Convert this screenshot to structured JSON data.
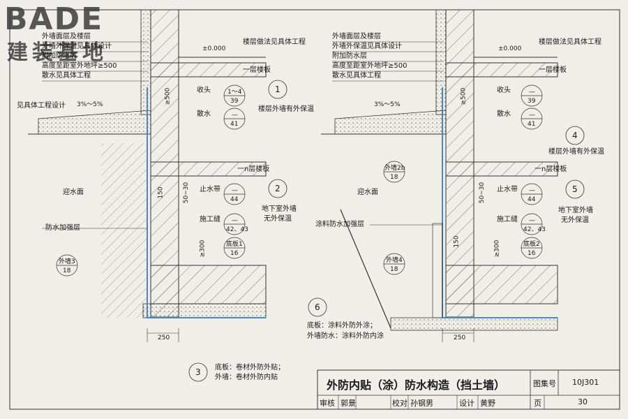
{
  "logo": {
    "en": "BADE",
    "cn": "建装基地"
  },
  "left_labels": {
    "ext_wall": "外墙面层及楼层",
    "ext_insul": "外墙外保温见具体设计",
    "add_layer": "附加防水层",
    "height_note": "高度至距室外地坪≥500",
    "apron_note": "散水见具体工程",
    "project_note": "见具体工程设计",
    "elev": "±0.000",
    "slope": "3%～5%",
    "floor_note": "楼层做法见具体工程",
    "floor": "一层楼板",
    "shoutou": "收头",
    "sanshui": "散水",
    "n_floor": "一n层楼板",
    "water_face": "迎水面",
    "stop_band": "止水带",
    "joint": "施工缝",
    "reinforce": "防水加强层",
    "base_plate": "底板1"
  },
  "right_labels": {
    "ext_wall": "外墙面层及楼层",
    "ext_insul": "外墙外保温见具体设计",
    "add_layer": "附加防水层",
    "height_note": "高度至距室外地坪≥500",
    "apron_note": "散水见具体工程",
    "elev": "±0.000",
    "slope": "3%～5%",
    "floor_note": "楼层做法见具体工程",
    "floor": "一层楼板",
    "shoutou": "收头",
    "sanshui": "散水",
    "n_floor": "一n层楼板",
    "water_face": "迎水面",
    "stop_band": "止水带",
    "joint": "施工缝",
    "reinforce": "涂料防水加强层",
    "base_plate": "底板2",
    "wall2b": "外墙2b"
  },
  "bubbles": {
    "b1": {
      "top": "1～4",
      "bot": "39"
    },
    "b2": {
      "top": "—",
      "bot": "41"
    },
    "b3": {
      "top": "—",
      "bot": "44"
    },
    "b4": {
      "top": "—",
      "bot": "42、43"
    },
    "b5": {
      "top": "外墙3",
      "bot": "18"
    },
    "b6": {
      "top": "",
      "bot": "16"
    },
    "r1": {
      "top": "—",
      "bot": "39"
    },
    "r2": {
      "top": "—",
      "bot": "41"
    },
    "r3": {
      "top": "外墙2b",
      "bot": "18"
    },
    "r4": {
      "top": "—",
      "bot": "44"
    },
    "r5": {
      "top": "—",
      "bot": "42、43"
    },
    "r6": {
      "top": "外墙4",
      "bot": "18"
    },
    "r7": {
      "top": "",
      "bot": "16"
    }
  },
  "dims": {
    "d500": "≥500",
    "d250": "250",
    "d150": "150",
    "d300": "≥300",
    "d5030": "50~30"
  },
  "notes": {
    "n1": "1",
    "n1_text": "楼层外墙有外保温",
    "n2": "2",
    "n2_text1": "地下室外墙",
    "n2_text2": "无外保温",
    "n3": "3",
    "n3_text1": "底板：卷材外防外贴；",
    "n3_text2": "外墙：卷材外防内贴",
    "n4": "4",
    "n4_text": "楼层外墙有外保温",
    "n5": "5",
    "n5_text1": "地下室外墙",
    "n5_text2": "无外保温",
    "n6": "6",
    "n6_text1": "底板：涂料外防外涂；",
    "n6_text2": "外墙防水：涂料外防内涂"
  },
  "title_block": {
    "title": "外防内贴（涂）防水构造（挡土墙）",
    "atlas_label": "图集号",
    "atlas_no": "10J301",
    "review": "审核",
    "reviewer": "郭景",
    "check": "校对",
    "checker": "孙钢男",
    "design": "设计",
    "designer": "黄野",
    "page_label": "页",
    "page_no": "30"
  }
}
